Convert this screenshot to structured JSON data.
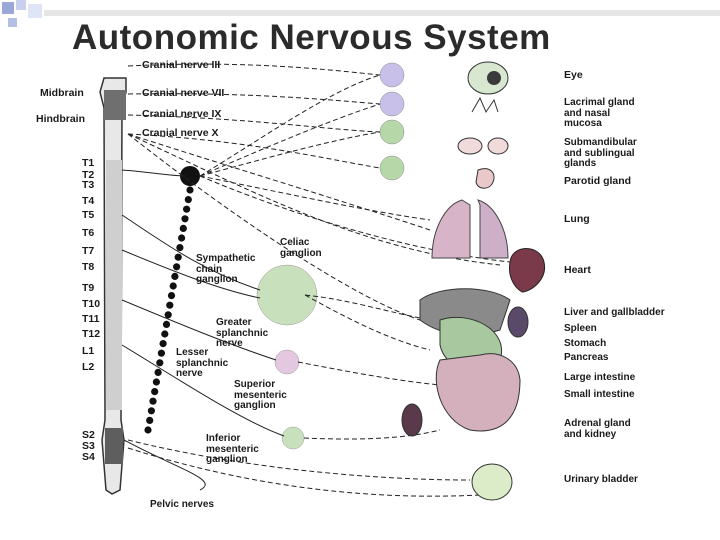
{
  "title": "Autonomic Nervous System",
  "brain": {
    "midbrain": "Midbrain",
    "hindbrain": "Hindbrain"
  },
  "cranial_nerves": [
    "Cranial nerve III",
    "Cranial nerve VII",
    "Cranial nerve IX",
    "Cranial nerve X"
  ],
  "spinal_levels": [
    "T1",
    "T2",
    "T3",
    "T4",
    "T5",
    "T6",
    "T7",
    "T8",
    "T9",
    "T10",
    "T11",
    "T12",
    "L1",
    "L2",
    "S2",
    "S3",
    "S4"
  ],
  "structures": {
    "sympathetic_chain": "Sympathetic\nchain\nganglion",
    "celiac": "Celiac\nganglion",
    "greater_splanchnic": "Greater\nsplanchnic\nnerve",
    "lesser_splanchnic": "Lesser\nsplanchnic\nnerve",
    "superior_mesenteric": "Superior\nmesenteric\nganglion",
    "inferior_mesenteric": "Inferior\nmesenteric\nganglion",
    "pelvic_nerves": "Pelvic nerves"
  },
  "organs": {
    "eye": "Eye",
    "lacrimal": "Lacrimal gland\nand nasal\nmucosa",
    "submandibular": "Submandibular\nand sublingual\nglands",
    "parotid": "Parotid gland",
    "lung": "Lung",
    "heart": "Heart",
    "liver": "Liver and gallbladder",
    "spleen": "Spleen",
    "stomach": "Stomach",
    "pancreas": "Pancreas",
    "large_intestine": "Large intestine",
    "small_intestine": "Small intestine",
    "adrenal": "Adrenal gland\nand kidney",
    "bladder": "Urinary bladder"
  },
  "colors": {
    "nerve": "#222222",
    "ganglion_green": "#b6d7a8",
    "ganglion_purple": "#d9c4e0",
    "cord": "#8a8a8a",
    "lung": "#d8b4c8",
    "heart": "#7a3a4a",
    "organ_green": "#a8c8a0"
  }
}
